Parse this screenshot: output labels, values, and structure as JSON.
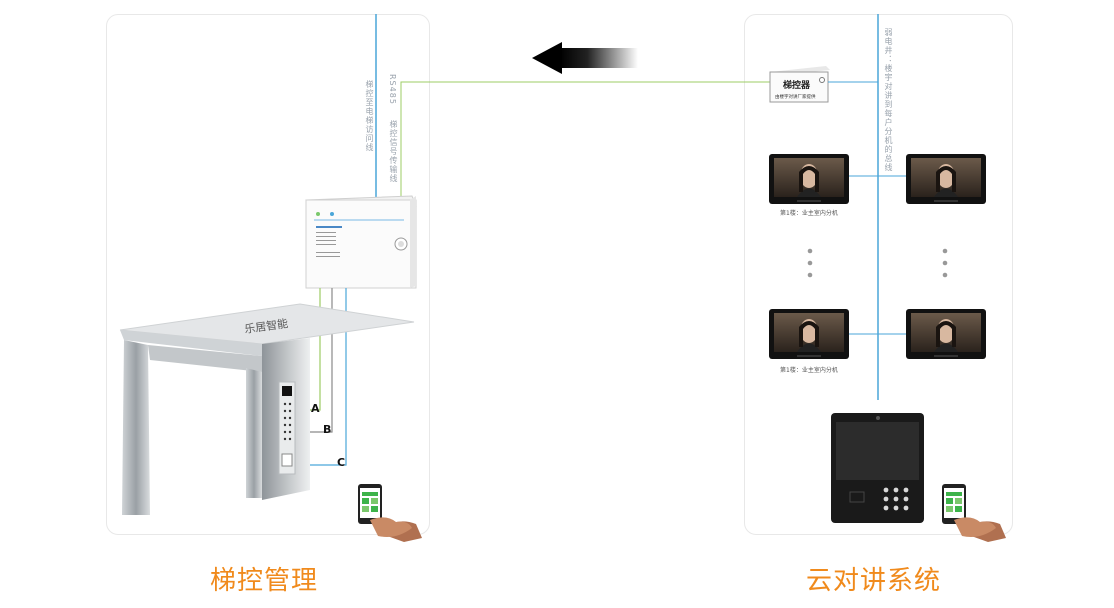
{
  "colors": {
    "accent": "#f08a1c",
    "line_blue": "#4aa6d9",
    "line_green": "#9ccc65"
  },
  "left_panel": {
    "caption": "梯控管理",
    "bus_label_1": "梯控至电梯访问线",
    "bus_label_2": "RS485",
    "bus_label_3": "梯控信号传输线",
    "letters": [
      "A",
      "B",
      "C"
    ],
    "car_text": "乐居智能"
  },
  "right_panel": {
    "caption": "云对讲系统",
    "controller_label": "梯控器",
    "controller_sub": "由楼宇对讲厂家提供",
    "trunk_label": "弱电井：楼宇对讲到每户分机的总线",
    "floor_label_top": "第1楼：业主室内分机",
    "floor_label_bottom": "第1楼：业主室内分机"
  },
  "icons": [
    "arrow-left-icon",
    "phone-hand-icon",
    "monitor-icon",
    "door-station-icon",
    "controller-box-icon",
    "elevator-panel-icon"
  ]
}
